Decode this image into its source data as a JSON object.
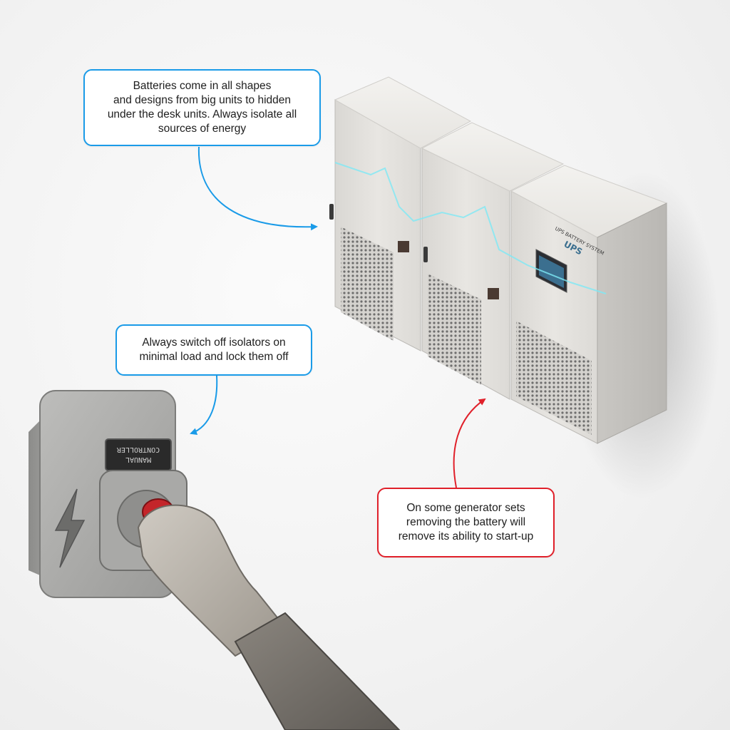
{
  "callouts": {
    "batteries": "Batteries come in all shapes\nand designs from big units to hidden\nunder the desk units. Always isolate all\nsources of energy",
    "isolators": "Always switch off isolators on\nminimal load and lock them off",
    "generator": "On some generator sets\nremoving the battery will\nremove its ability to start-up"
  },
  "equipment": {
    "cabinet_label_line1": "UPS BATTERY SYSTEM",
    "cabinet_label_line2": "UPS",
    "switch_label_line1": "MANUAL",
    "switch_label_line2": "CONTROLLER"
  },
  "colors": {
    "blue_callout": "#1a9be8",
    "red_callout": "#e0202a",
    "cabinet": "#e4e2de",
    "switch_knob": "#c4252a"
  },
  "icons": {
    "lightning": "lightning-bolt-icon"
  }
}
